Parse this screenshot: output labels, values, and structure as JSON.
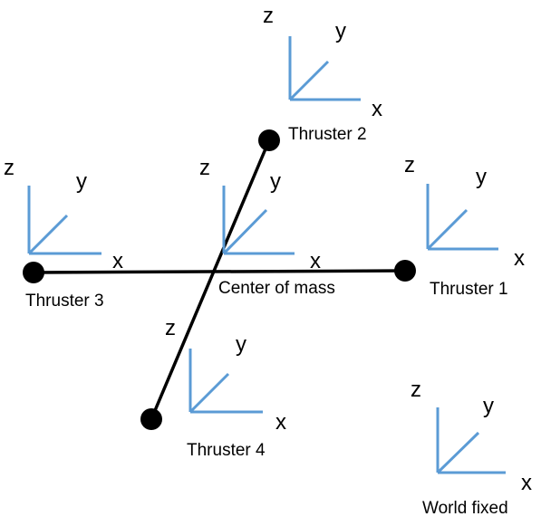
{
  "colors": {
    "axis": "#5b9bd5",
    "arm": "#000000",
    "node": "#000000"
  },
  "axis_labels": {
    "x": "x",
    "y": "y",
    "z": "z"
  },
  "captions": {
    "thruster_1": "Thruster 1",
    "thruster_2": "Thruster 2",
    "thruster_3": "Thruster 3",
    "thruster_4": "Thruster 4",
    "center_of_mass": "Center of mass",
    "world_fixed": "World fixed"
  },
  "frames": [
    {
      "id": "thruster-2-frame"
    },
    {
      "id": "thruster-3-frame"
    },
    {
      "id": "center-of-mass-frame"
    },
    {
      "id": "thruster-1-frame"
    },
    {
      "id": "thruster-4-frame"
    },
    {
      "id": "world-fixed-frame"
    }
  ],
  "arm_labels": [
    {
      "id": "arm-x-left",
      "axis": "x"
    },
    {
      "id": "arm-x-right",
      "axis": "x"
    },
    {
      "id": "arm-z-lower",
      "axis": "z"
    }
  ]
}
